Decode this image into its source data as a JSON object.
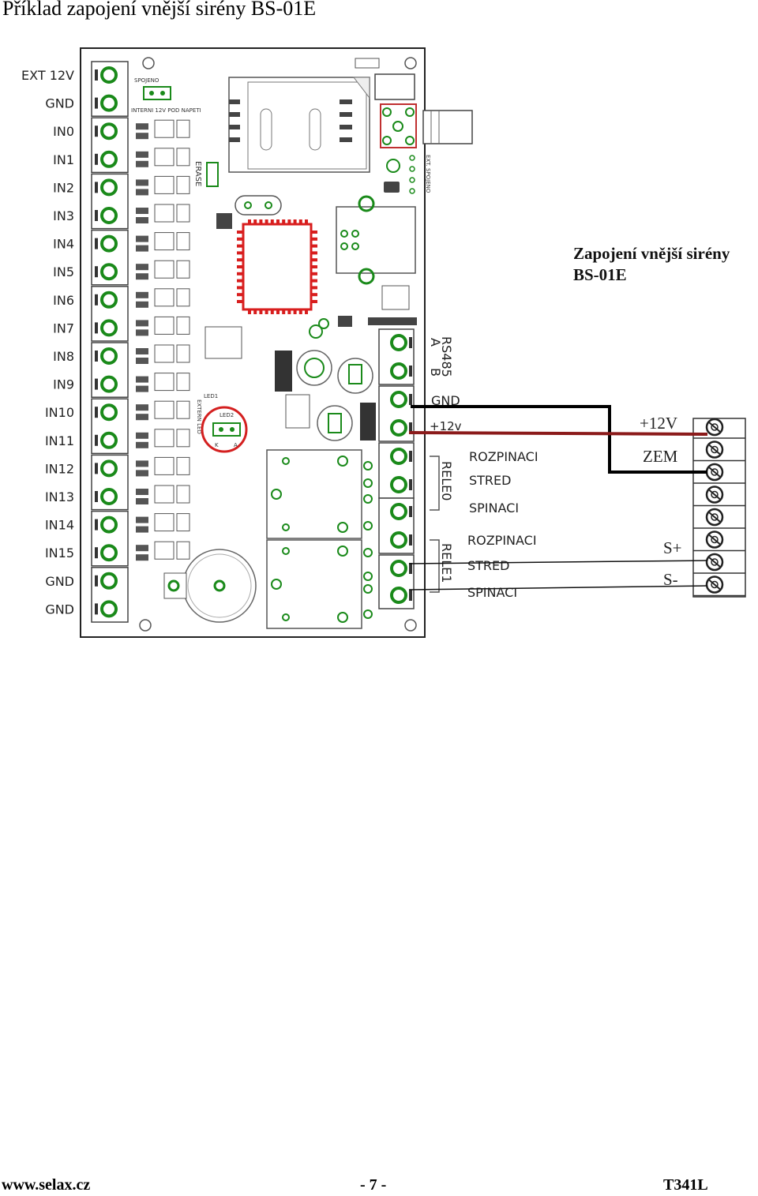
{
  "title": "Příklad zapojení vnější sirény BS-01E",
  "caption": {
    "line1": "Zapojení vnější sirény",
    "line2": "BS-01E"
  },
  "board": {
    "left_terminals": [
      "EXT 12V",
      "GND",
      "IN0",
      "IN1",
      "IN2",
      "IN3",
      "IN4",
      "IN5",
      "IN6",
      "IN7",
      "IN8",
      "IN9",
      "IN10",
      "IN11",
      "IN12",
      "IN13",
      "IN14",
      "IN15",
      "GND",
      "GND"
    ],
    "right_terminals": {
      "rs485": "RS485",
      "a": "A",
      "b": "B",
      "gnd": "GND",
      "plus12v": "+12v"
    },
    "relay0": {
      "name": "RELE0",
      "rozpinaci": "ROZPINACI",
      "stred": "STRED",
      "spinaci": "SPINACI"
    },
    "relay1": {
      "name": "RELE1",
      "rozpinaci": "ROZPINACI",
      "stred": "STRED",
      "spinaci": "SPINACI"
    },
    "erase": "ERASE",
    "ext_led": "EXTERN LED",
    "led1": "LED1",
    "led2": "LED2",
    "spojeno": "SPOJENO",
    "internal_note": "INTERNI 12V POD NAPETI",
    "ext_sp": "EXT. SPOJENO",
    "k": "K",
    "a_pin": "A"
  },
  "siren": {
    "plus12v": "+12V",
    "zem": "ZEM",
    "splus": "S+",
    "sminus": "S-"
  },
  "colors": {
    "pcb_green": "#1a8a1a",
    "chip_red": "#d81e1e",
    "wire_red": "#8b1a1a",
    "wire_black": "#000000",
    "circle_red": "#d42020"
  },
  "footer": {
    "left": "www.selax.cz",
    "center": "- 7 -",
    "right": "T341L"
  }
}
